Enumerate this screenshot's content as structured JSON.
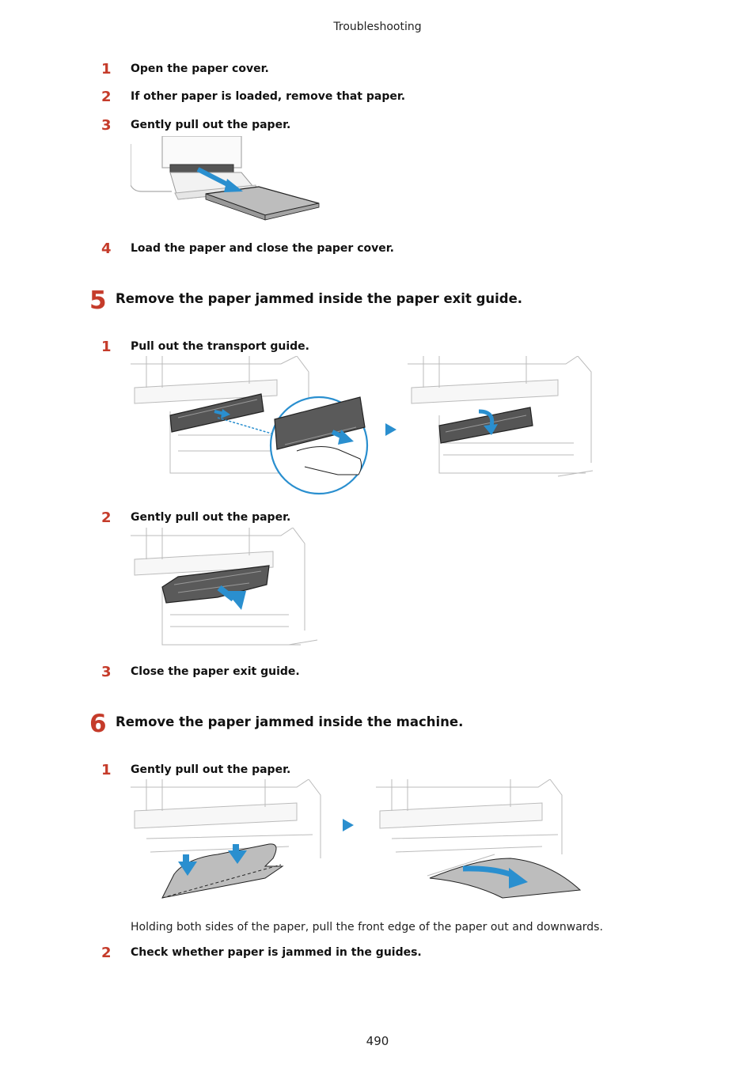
{
  "header": {
    "title": "Troubleshooting"
  },
  "substeps_top": [
    {
      "num": "1",
      "text": "Open the paper cover."
    },
    {
      "num": "2",
      "text": "If other paper is loaded, remove that paper."
    },
    {
      "num": "3",
      "text": "Gently pull out the paper."
    },
    {
      "num": "4",
      "text": "Load the paper and close the paper cover."
    }
  ],
  "step5": {
    "num": "5",
    "title": "Remove the paper jammed inside the paper exit guide.",
    "substeps": [
      {
        "num": "1",
        "text": "Pull out the transport guide."
      },
      {
        "num": "2",
        "text": "Gently pull out the paper."
      },
      {
        "num": "3",
        "text": "Close the paper exit guide."
      }
    ]
  },
  "step6": {
    "num": "6",
    "title": "Remove the paper jammed inside the machine.",
    "substeps": [
      {
        "num": "1",
        "text": "Gently pull out the paper."
      },
      {
        "num": "2",
        "text": "Check whether paper is jammed in the guides."
      }
    ],
    "note": "Holding both sides of the paper, pull the front edge of the paper out and downwards."
  },
  "footer": {
    "page_number": "490"
  },
  "colors": {
    "accent_red": "#c53b2a",
    "arrow_blue": "#2a8fcf",
    "paper_gray": "#bdbdbd"
  }
}
